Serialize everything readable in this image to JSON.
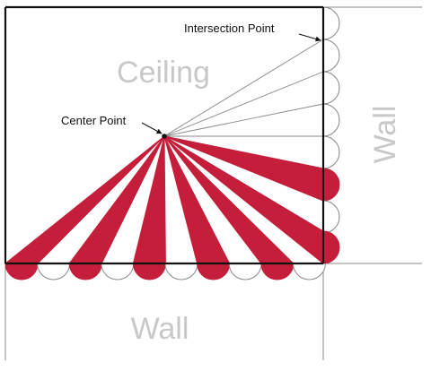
{
  "labels": {
    "ceiling": "Ceiling",
    "wall_bottom": "Wall",
    "wall_right": "Wall",
    "center_point": "Center Point",
    "intersection_point": "Intersection Point"
  },
  "colors": {
    "stripe": "#c41e3a",
    "outline": "#888888",
    "frame": "#111111",
    "wall_text": "#c8c8c8",
    "ceiling_text": "#c8c8c8"
  }
}
